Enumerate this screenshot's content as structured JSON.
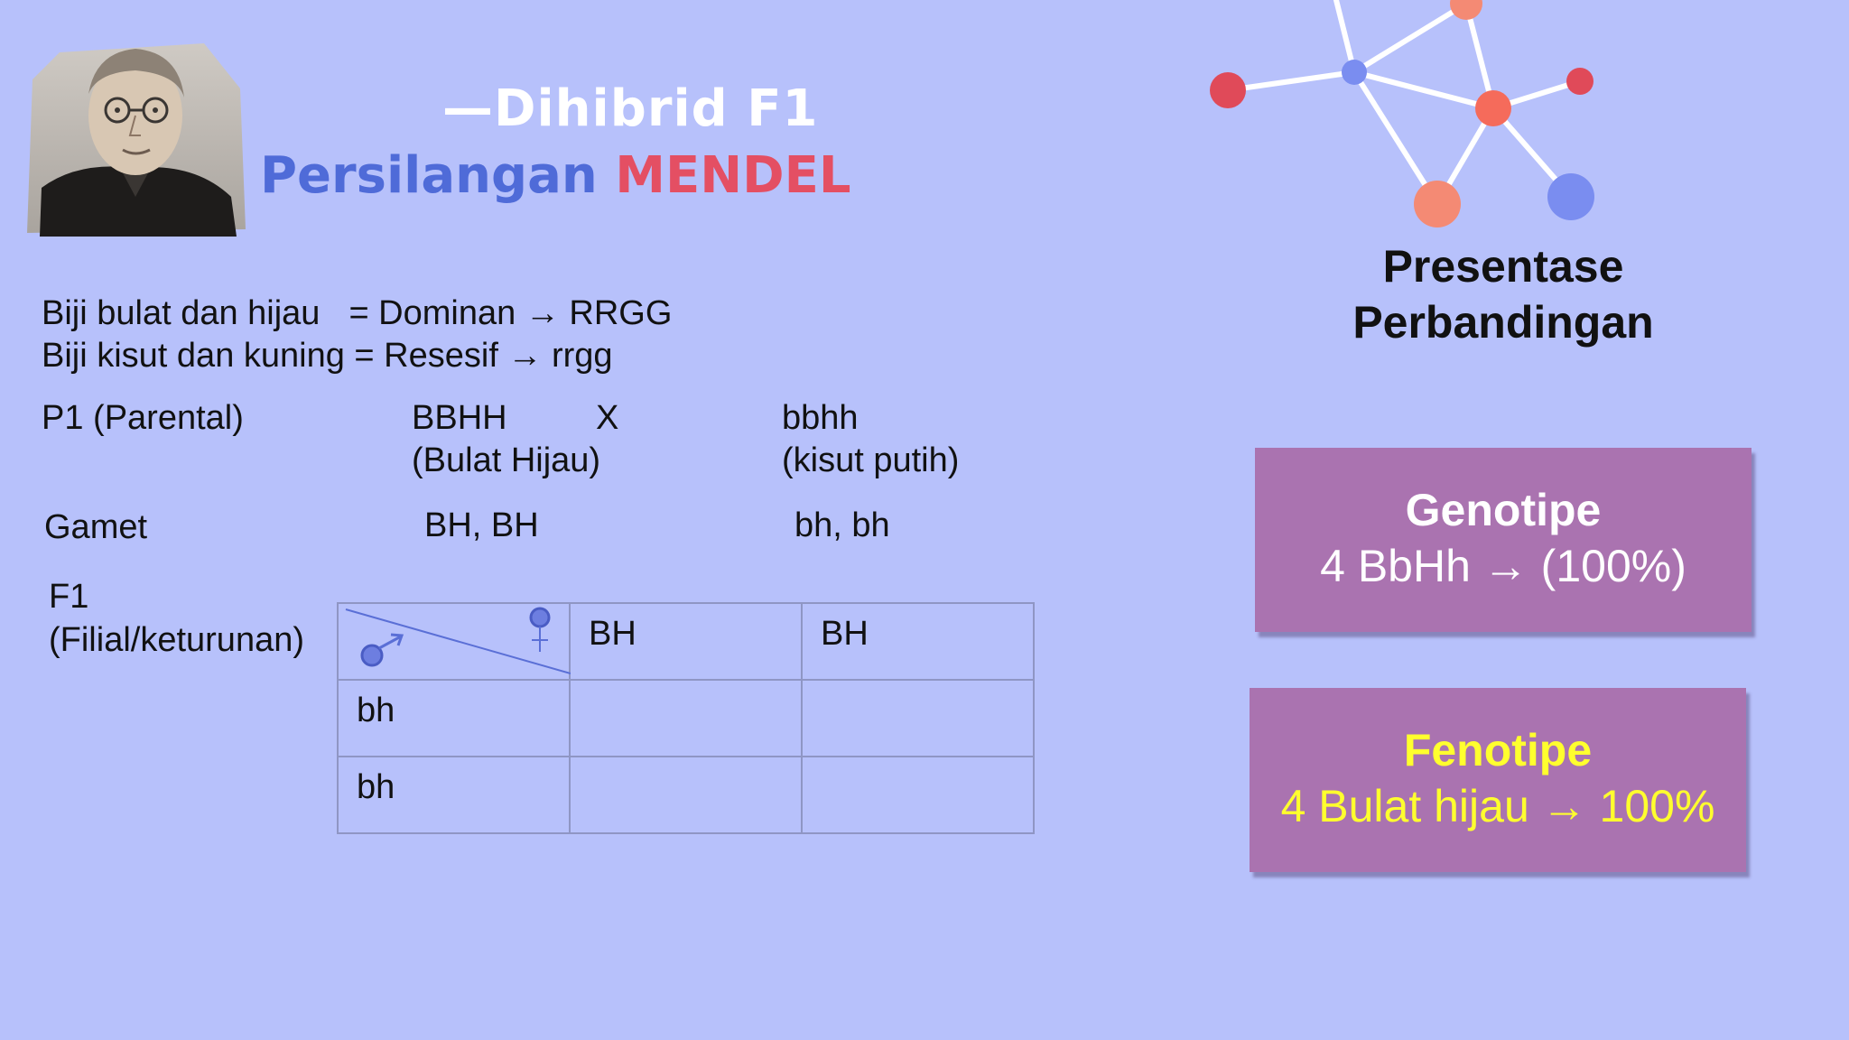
{
  "title": {
    "line1": "—Dihibrid F1",
    "line2_part1": "Persilangan ",
    "line2_part2": "MENDEL"
  },
  "lines": {
    "dominant_label": "Biji bulat dan hijau",
    "dominant_value": "= Dominan → RRGG",
    "recessive": "Biji kisut dan kuning = Resesif → rrgg"
  },
  "parental": {
    "label": "P1 (Parental)",
    "left_genotype": "BBHH",
    "left_desc": "(Bulat Hijau)",
    "cross": "X",
    "right_genotype": "bbhh",
    "right_desc": "(kisut putih)"
  },
  "gamet": {
    "label": "Gamet",
    "left": "BH, BH",
    "right": "bh, bh"
  },
  "f1": {
    "label_line1": "F1",
    "label_line2": "(Filial/keturunan)"
  },
  "punnett": {
    "male_icon": "male-symbol-icon",
    "female_icon": "female-symbol-icon",
    "col_headers": [
      "BH",
      "BH"
    ],
    "row_headers": [
      "bh",
      "bh"
    ],
    "cells": [
      [
        "",
        ""
      ],
      [
        "",
        ""
      ]
    ]
  },
  "right_panel": {
    "heading_line1": "Presentase",
    "heading_line2": "Perbandingan",
    "genotype_label": "Genotipe",
    "genotype_value": "4 BbHh → (100%)",
    "phenotype_label": "Fenotipe",
    "phenotype_value": "4 Bulat hijau → 100%"
  },
  "colors": {
    "background": "#b7c1fb",
    "title_blue": "#4f6bd8",
    "title_red": "#e44f63",
    "card": "#aa73b0",
    "phenotype_text": "#ffff2e"
  },
  "decorations": {
    "portrait": "mendel-portrait",
    "network": "molecule-network-graphic"
  }
}
